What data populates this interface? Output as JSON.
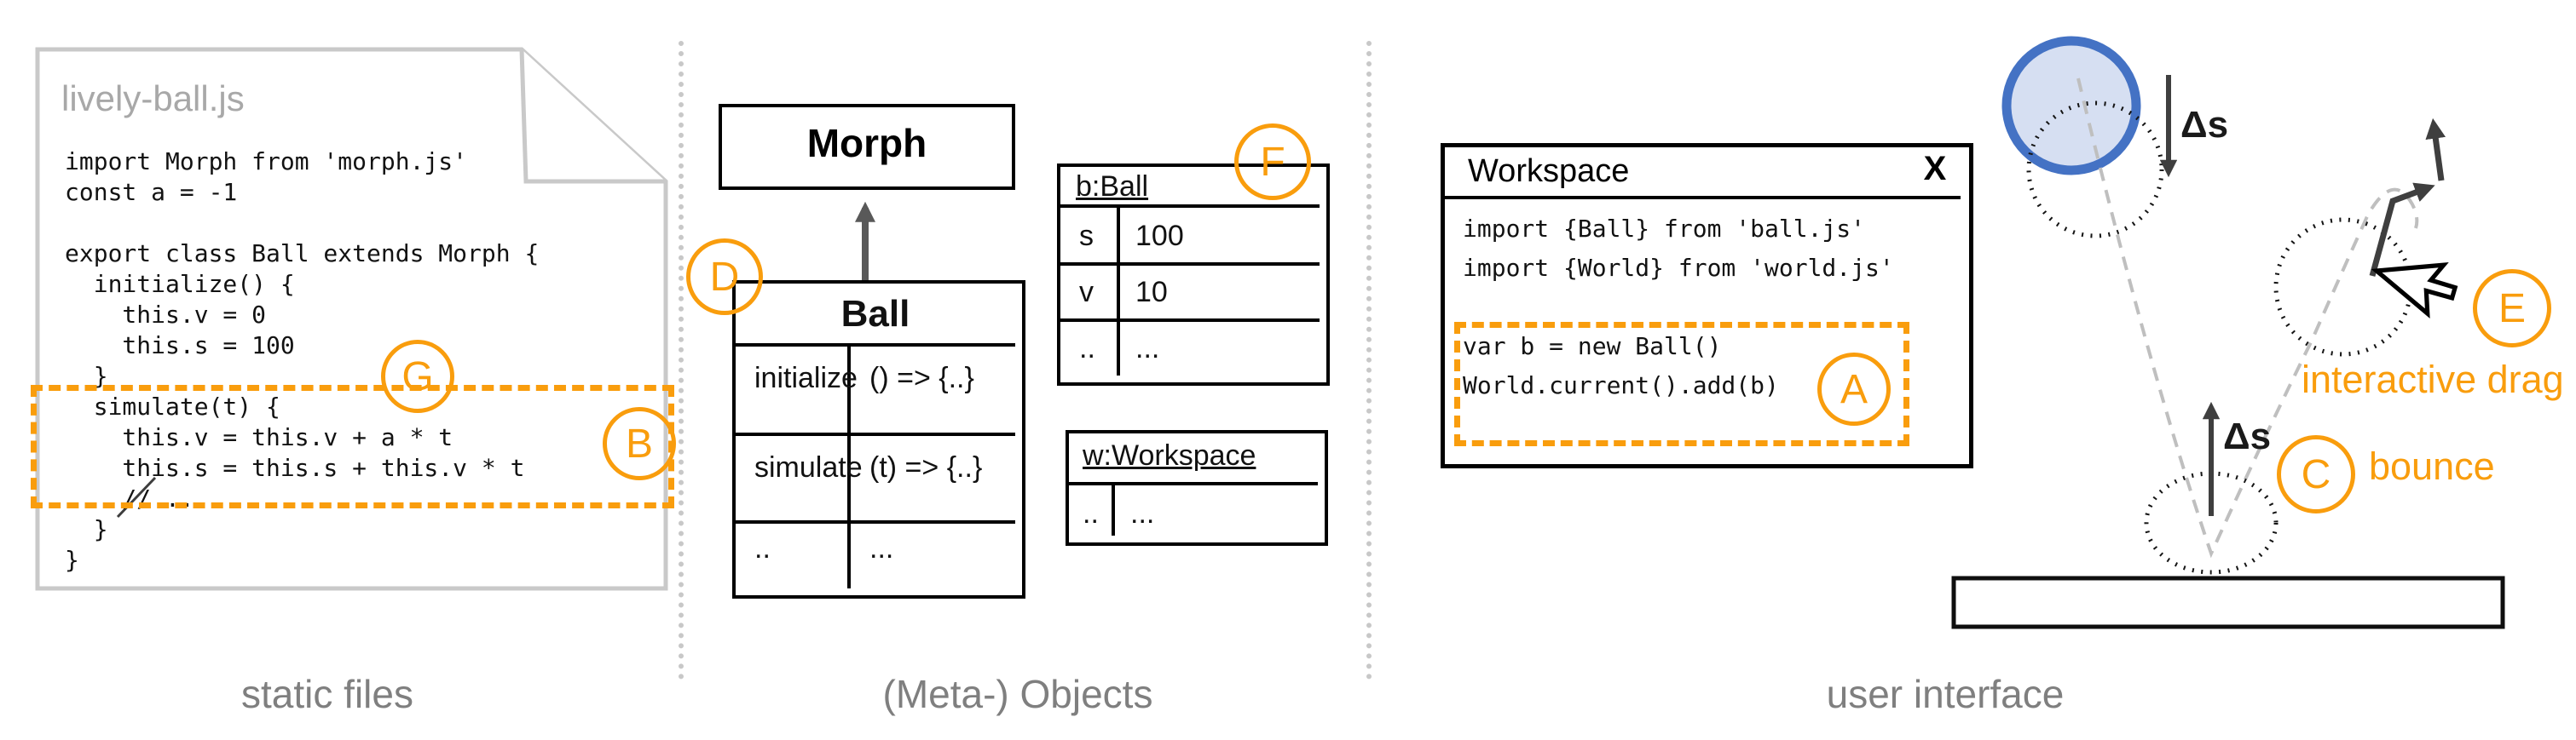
{
  "colors": {
    "accent_orange": "#F99D0D",
    "ball_stroke_blue": "#4472C4",
    "ball_fill_blue": "#D6DFF2",
    "document_border_gray": "#C9C9C9",
    "section_label_gray": "#7F7F7F",
    "trajectory_gray": "#BFBFBF"
  },
  "static_files": {
    "file_name": "lively-ball.js",
    "code": [
      "import Morph from 'morph.js'",
      "const a = -1",
      "",
      "export class Ball extends Morph {",
      "  initialize() {",
      "    this.v = 0",
      "    this.s = 100",
      "  }",
      "  simulate(t) {",
      "    this.v = this.v + a * t",
      "    this.s = this.s + this.v * t",
      "    // ...",
      "  }",
      "}"
    ],
    "badge_g": "G",
    "badge_b": "B",
    "section_label": "static files"
  },
  "meta_objects": {
    "section_label": "(Meta-) Objects",
    "badge_d": "D",
    "badge_f": "F",
    "morph_class": "Morph",
    "ball_class": {
      "title": "Ball",
      "rows": [
        [
          "initialize",
          "() => {..}"
        ],
        [
          "simulate",
          "(t) => {..}"
        ],
        [
          "..",
          "..."
        ]
      ]
    },
    "ball_instance": {
      "title": "b:Ball",
      "rows": [
        [
          "s",
          "100"
        ],
        [
          "v",
          "10"
        ],
        [
          "..",
          "..."
        ]
      ]
    },
    "workspace_instance": {
      "title": "w:Workspace",
      "rows": [
        [
          "..",
          "..."
        ]
      ]
    }
  },
  "user_interface": {
    "section_label": "user interface",
    "workspace_window": {
      "title": "Workspace",
      "close_label": "X",
      "code": [
        "import {Ball} from 'ball.js'",
        "import {World} from 'world.js'",
        "",
        "var b = new Ball()",
        "World.current().add(b)"
      ],
      "badge_a": "A"
    },
    "sketch": {
      "delta_s_fall": "Δs",
      "delta_s_rise": "Δs",
      "badge_c": "C",
      "bounce_label": "bounce",
      "badge_e": "E",
      "drag_label": "interactive drag"
    }
  }
}
